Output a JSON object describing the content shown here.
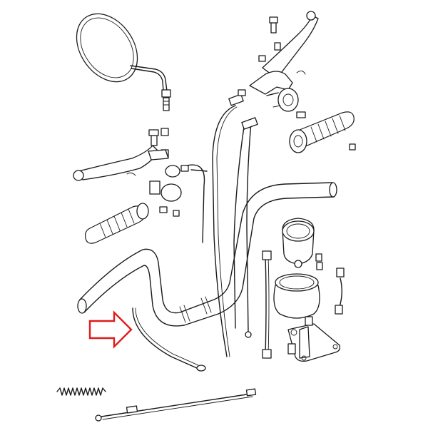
{
  "diagram": {
    "background": "#ffffff",
    "line_color": "#1a1a1a",
    "indicator": {
      "shape": "right-arrow-outline",
      "color": "#e01b1b"
    },
    "parts": [
      "mirror",
      "clutch-lever",
      "brake-lever",
      "left-grip",
      "right-grip",
      "handlebar",
      "clutch-cable",
      "throttle-cable",
      "speedometer",
      "speedometer-cup",
      "speedometer-bracket",
      "speedometer-cable",
      "spring",
      "spare-cable"
    ]
  }
}
